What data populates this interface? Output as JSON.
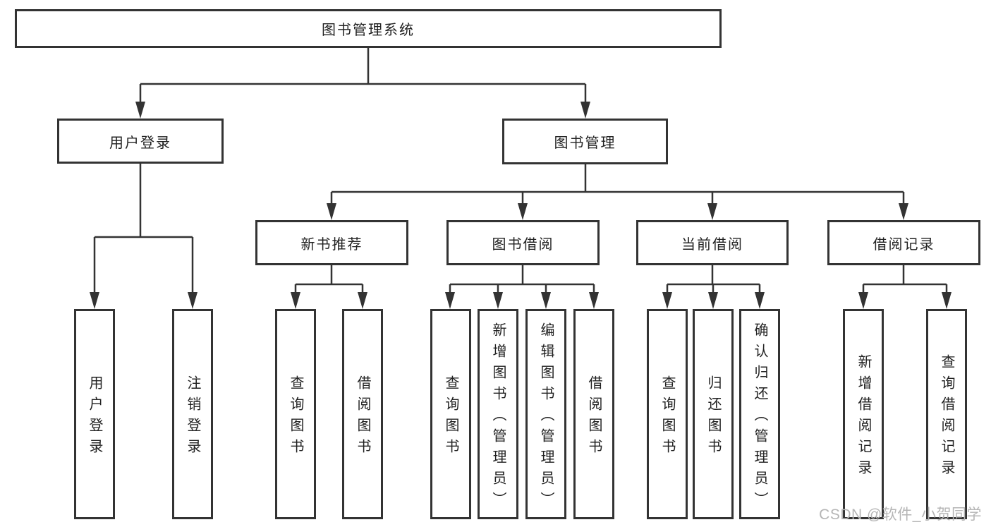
{
  "diagram": {
    "root": "图书管理系统",
    "branches": [
      {
        "label": "用户登录",
        "children": [
          "用户登录",
          "注销登录"
        ]
      },
      {
        "label": "图书管理",
        "sections": [
          {
            "label": "新书推荐",
            "children": [
              "查询图书",
              "借阅图书"
            ]
          },
          {
            "label": "图书借阅",
            "children": [
              "查询图书",
              "新增图书（管理员）",
              "编辑图书（管理员）",
              "借阅图书"
            ]
          },
          {
            "label": "当前借阅",
            "children": [
              "查询图书",
              "归还图书",
              "确认归还（管理员）"
            ]
          },
          {
            "label": "借阅记录",
            "children": [
              "新增借阅记录",
              "查询借阅记录"
            ]
          }
        ]
      }
    ]
  },
  "watermark": "CSDN @软件_小贺同学",
  "colors": {
    "line": "#333333",
    "box_border": "#333333",
    "text": "#222222",
    "watermark": "#b5b5b5",
    "background": "#ffffff"
  }
}
